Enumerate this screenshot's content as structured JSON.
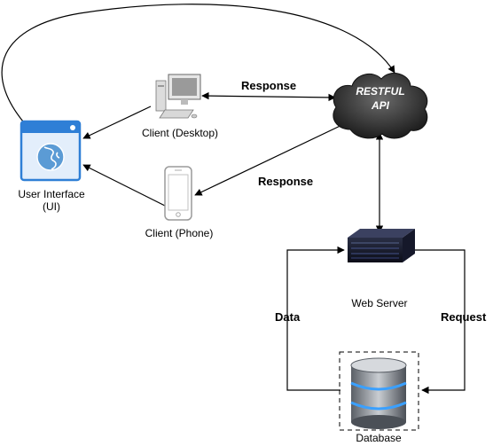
{
  "nodes": {
    "ui": {
      "label_line1": "User Interface",
      "label_line2": "(UI)"
    },
    "desktop": {
      "label": "Client (Desktop)"
    },
    "phone": {
      "label": "Client (Phone)"
    },
    "api": {
      "label_line1": "RESTFUL",
      "label_line2": "API"
    },
    "web_server": {
      "label": "Web Server"
    },
    "database": {
      "label": "Database"
    }
  },
  "edges": {
    "response_desktop": "Response",
    "response_phone": "Response",
    "data": "Data",
    "request": "Request"
  },
  "icons": [
    "globe-window-icon",
    "desktop-computer-icon",
    "smartphone-icon",
    "cloud-icon",
    "server-rack-icon",
    "database-icon"
  ]
}
